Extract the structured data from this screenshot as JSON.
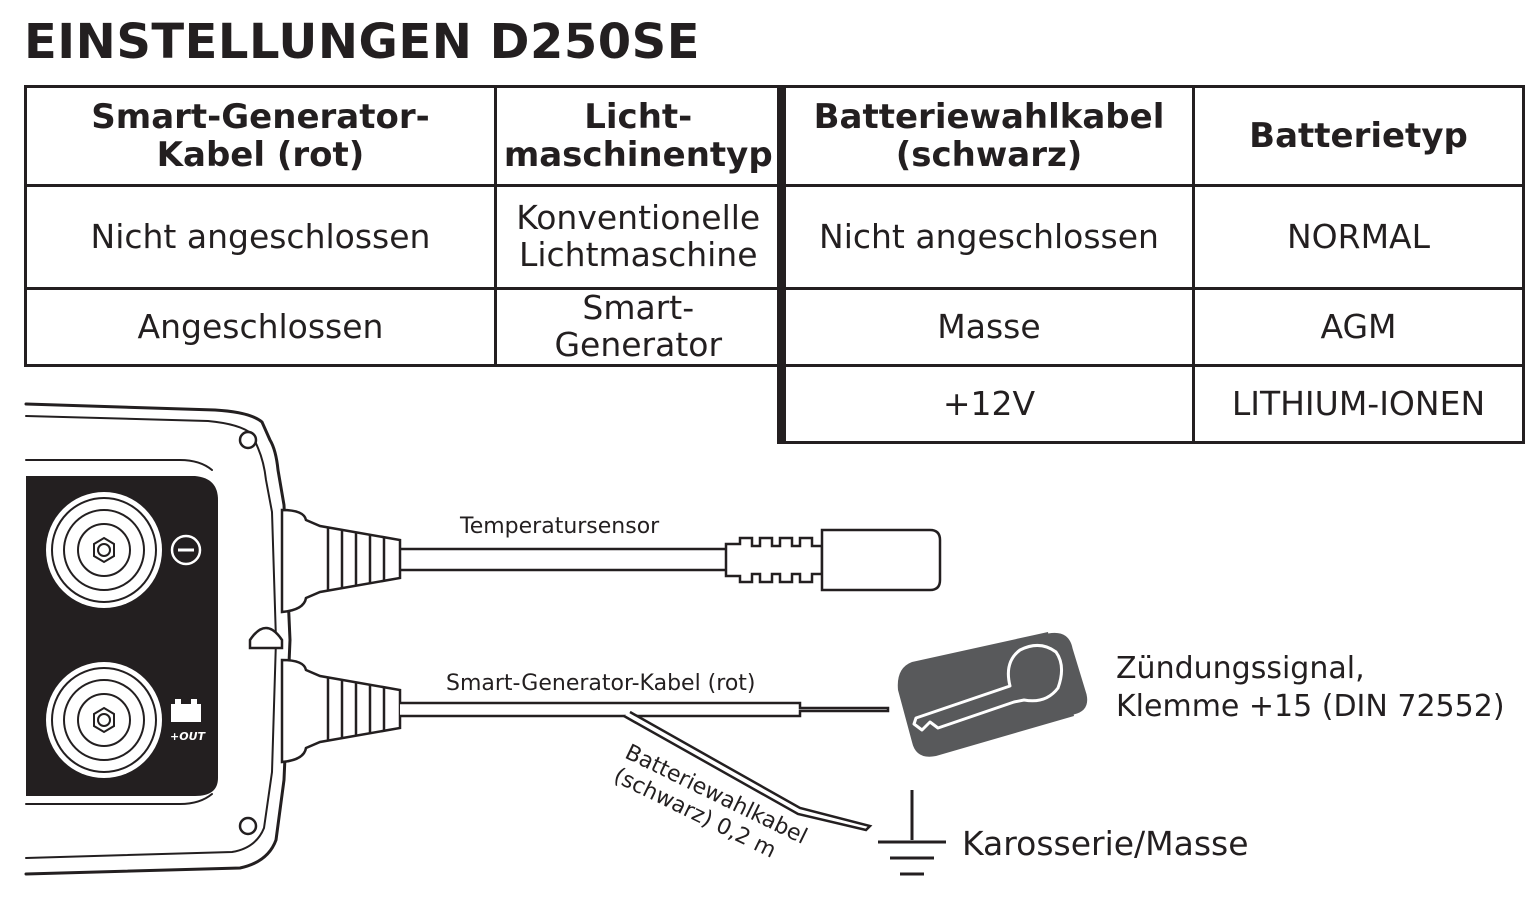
{
  "title": "EINSTELLUNGEN D250SE",
  "left_table": {
    "headers": [
      "Smart-Generator-\nKabel (rot)",
      "Licht-\nmaschinentyp"
    ],
    "rows": [
      [
        "Nicht angeschlossen",
        "Konventionelle\nLichtmaschine"
      ],
      [
        "Angeschlossen",
        "Smart-Generator"
      ]
    ]
  },
  "right_table": {
    "headers": [
      "Batteriewahlkabel\n(schwarz)",
      "Batterietyp"
    ],
    "rows": [
      [
        "Nicht angeschlossen",
        "NORMAL"
      ],
      [
        "Masse",
        "AGM"
      ],
      [
        "+12V",
        "LITHIUM-IONEN"
      ]
    ]
  },
  "device": {
    "minus_symbol": "−",
    "out_label": "+OUT"
  },
  "labels": {
    "temperature_sensor": "Temperatursensor",
    "smart_generator_cable": "Smart-Generator-Kabel (rot)",
    "battery_select_cable": "Batteriewahlkabel\n(schwarz) 0,2 m",
    "ignition_signal": "Zündungssignal,\nKlemme +15 (DIN 72552)",
    "body_ground": "Karosserie/Masse"
  },
  "icons": [
    "key-icon",
    "ground-symbol-icon",
    "battery-icon",
    "minus-circle-icon"
  ],
  "colors": {
    "ink": "#231f20",
    "key_fill": "#58595b",
    "device_panel": "#231f20"
  }
}
